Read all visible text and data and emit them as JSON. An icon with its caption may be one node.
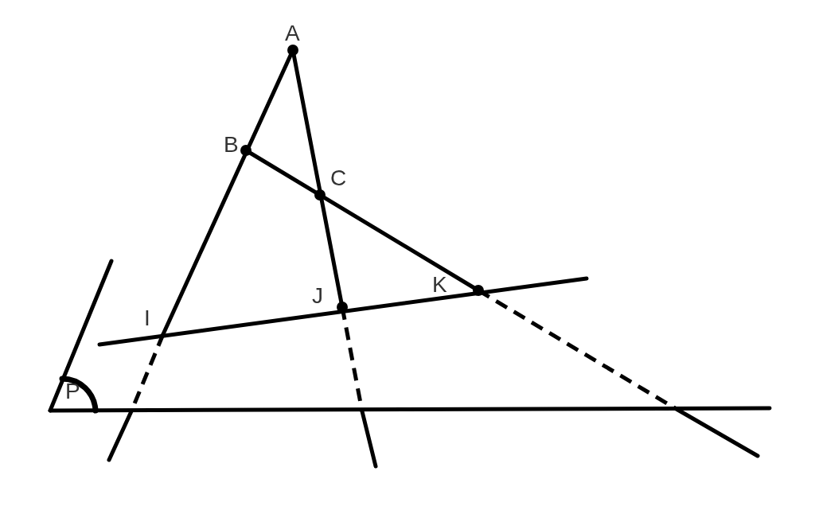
{
  "diagram": {
    "labels": [
      "A",
      "B",
      "C",
      "K",
      "J",
      "I",
      "P"
    ]
  }
}
